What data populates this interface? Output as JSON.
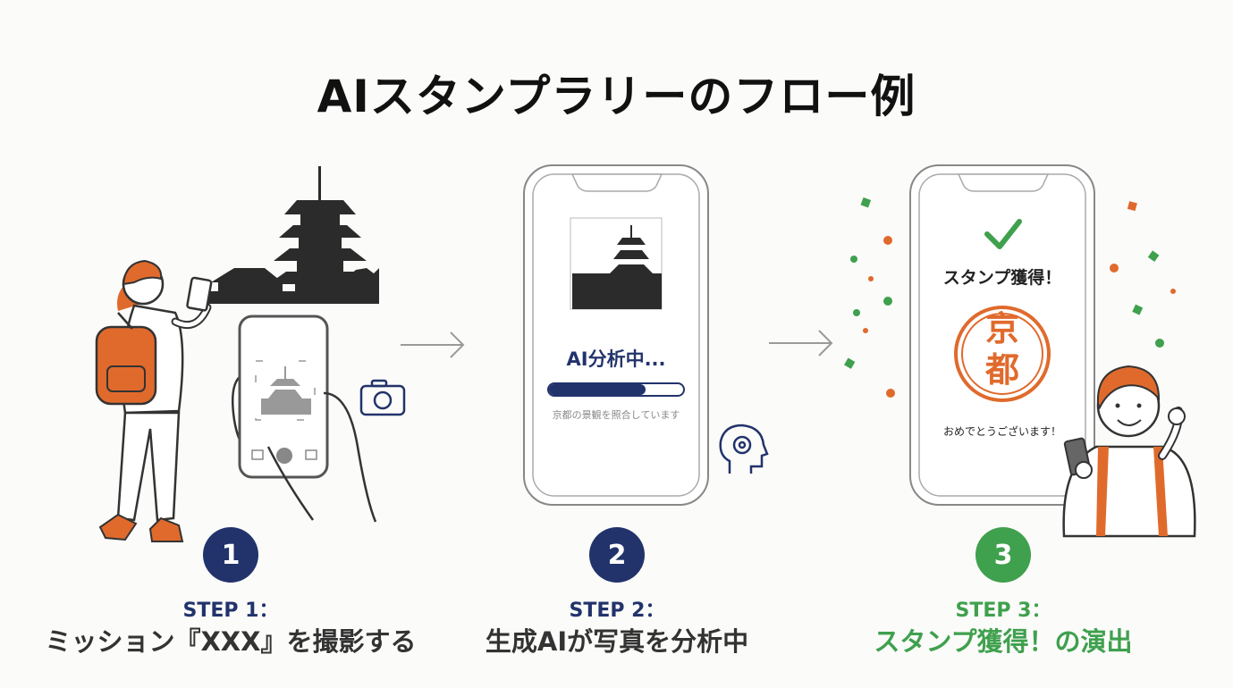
{
  "title": "AIスタンプラリーのフロー例",
  "colors": {
    "navy": "#22336b",
    "green": "#3fa04e",
    "orange": "#e06a2c",
    "ink": "#333333"
  },
  "steps": [
    {
      "number": "1",
      "label": "STEP 1：",
      "description": "ミッション『XXX』を撮影する",
      "color": "#22336b"
    },
    {
      "number": "2",
      "label": "STEP 2：",
      "description": "生成AIが写真を分析中",
      "color": "#22336b"
    },
    {
      "number": "3",
      "label": "STEP 3：",
      "description": "スタンプ獲得！の演出",
      "color": "#3fa04e"
    }
  ],
  "phone2": {
    "status": "AI分析中...",
    "progress_percent": 72,
    "sub": "京都の景観を照合しています"
  },
  "phone3": {
    "heading": "スタンプ獲得！",
    "stamp_top": "京",
    "stamp_bottom": "都",
    "message": "おめでとうございます！"
  },
  "icons": [
    "camera-icon",
    "ai-gear-head-icon",
    "check-icon",
    "arrow-right-icon",
    "pagoda-icon"
  ]
}
